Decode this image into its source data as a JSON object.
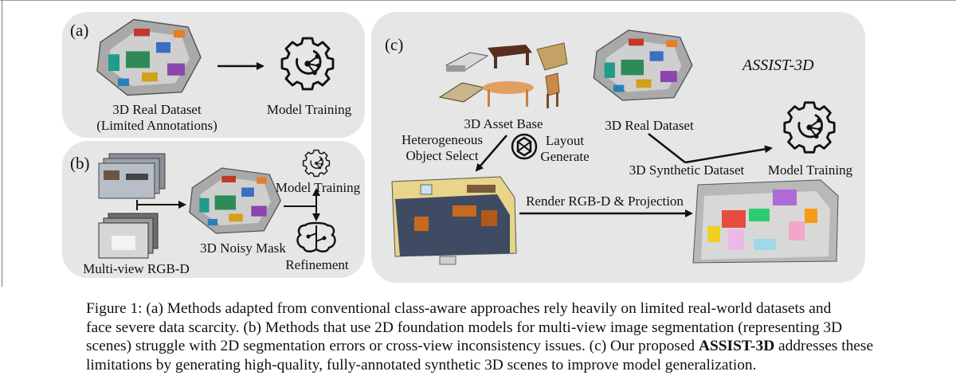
{
  "panel_a": {
    "label": "(a)",
    "dataset_title": "3D Real Dataset",
    "dataset_subtitle": "(Limited Annotations)",
    "training_label": "Model Training"
  },
  "panel_b": {
    "label": "(b)",
    "multiview_label": "Multi-view RGB-D",
    "noisy_mask_label": "3D Noisy Mask",
    "training_label": "Model Training",
    "refinement_label": "Refinement"
  },
  "panel_c": {
    "label": "(c)",
    "title": "ASSIST-3D",
    "asset_base_label": "3D Asset Base",
    "select_label_line1": "Heterogeneous",
    "select_label_line2": "Object Select",
    "layout_label_line1": "Layout",
    "layout_label_line2": "Generate",
    "render_label": "Render RGB-D & Projection",
    "real_dataset_label": "3D Real Dataset",
    "synthetic_dataset_label": "3D Synthetic Dataset",
    "training_label": "Model Training"
  },
  "caption": {
    "line1": "Figure 1: (a) Methods adapted from conventional class-aware approaches rely heavily on limited real-world datasets and",
    "line2": "face severe data scarcity. (b) Methods that use 2D foundation models for multi-view image segmentation (representing 3D",
    "line3_pre": "scenes) struggle with 2D segmentation errors or cross-view inconsistency issues. (c) Our proposed ",
    "line3_bold": "ASSIST-3D",
    "line3_post": " addresses these",
    "line4": "limitations by generating high-quality, fully-annotated synthetic 3D scenes to improve model generalization."
  }
}
